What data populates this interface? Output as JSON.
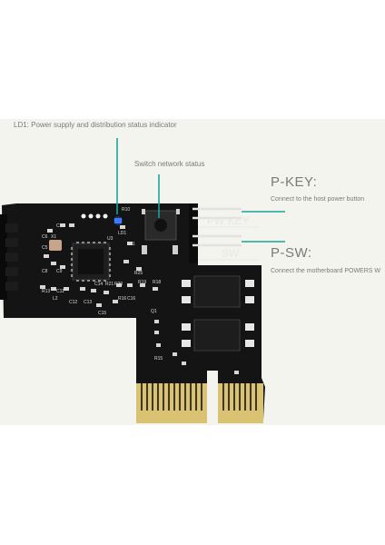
{
  "annotations": {
    "ld1": "LD1: Power supply and distribution status indicator",
    "switch": "Switch network status",
    "pkey_title": "P-KEY:",
    "pkey_desc": "Connect to the host power button",
    "psw_title": "P-SW:",
    "psw_desc": "Connect the motherboard POWERS W"
  },
  "board_silkscreen": {
    "pw_key": "PW KEY",
    "sw": "SW",
    "r10": "R10",
    "ld1": "LD1",
    "r11": "R11",
    "r25": "R25",
    "u3": "U3",
    "q1": "Q1",
    "r15": "R15",
    "c15": "C15",
    "r18": "R18",
    "r19": "R19",
    "c14": "C14",
    "r21": "R21",
    "r20": "R20",
    "r16": "R16",
    "c16": "C16",
    "l2": "L2",
    "c10": "C10",
    "c6": "C6",
    "c9": "C9",
    "c8": "C8",
    "c11": "C11",
    "c12": "C12",
    "c13": "C13",
    "r13": "R13",
    "c5": "C5",
    "x1": "X1"
  },
  "colors": {
    "background": "#ffffff",
    "panel": "#f4f4ee",
    "pcb": "#141414",
    "pointer_line": "#1aa39a",
    "led": "#2a6bff",
    "gold": "#d9c271",
    "text": "#7a7a7a"
  }
}
